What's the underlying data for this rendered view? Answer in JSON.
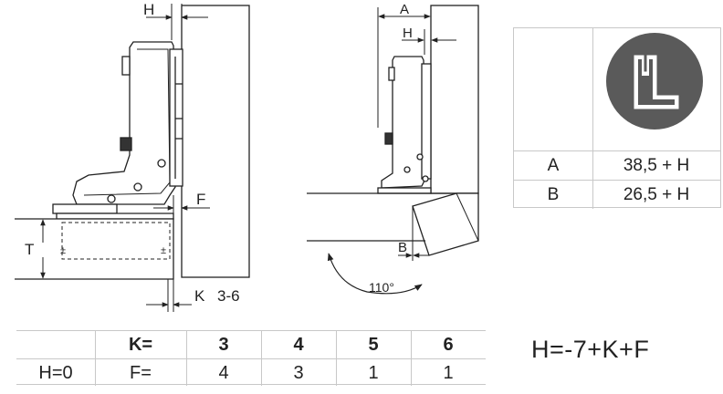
{
  "left_diagram": {
    "h_label": "H",
    "f_label": "F",
    "t_label": "T",
    "k_label": "K",
    "k_range": "3-6"
  },
  "right_diagram": {
    "a_label": "A",
    "h_label": "H",
    "b_label": "B",
    "angle_label": "110°"
  },
  "dimension_table": {
    "icon": "inset-hinge-icon",
    "rows": [
      {
        "label": "A",
        "value": "38,5 + H"
      },
      {
        "label": "B",
        "value": "26,5 + H"
      }
    ]
  },
  "kf_table": {
    "header": [
      "",
      "K=",
      "3",
      "4",
      "5",
      "6"
    ],
    "row": [
      "H=0",
      "F=",
      "4",
      "3",
      "1",
      "1"
    ]
  },
  "formula": "H=-7+K+F",
  "colors": {
    "line": "#222222",
    "fill_dark": "#333333",
    "badge": "#5a5a5a",
    "grid": "#c8c8c8"
  }
}
